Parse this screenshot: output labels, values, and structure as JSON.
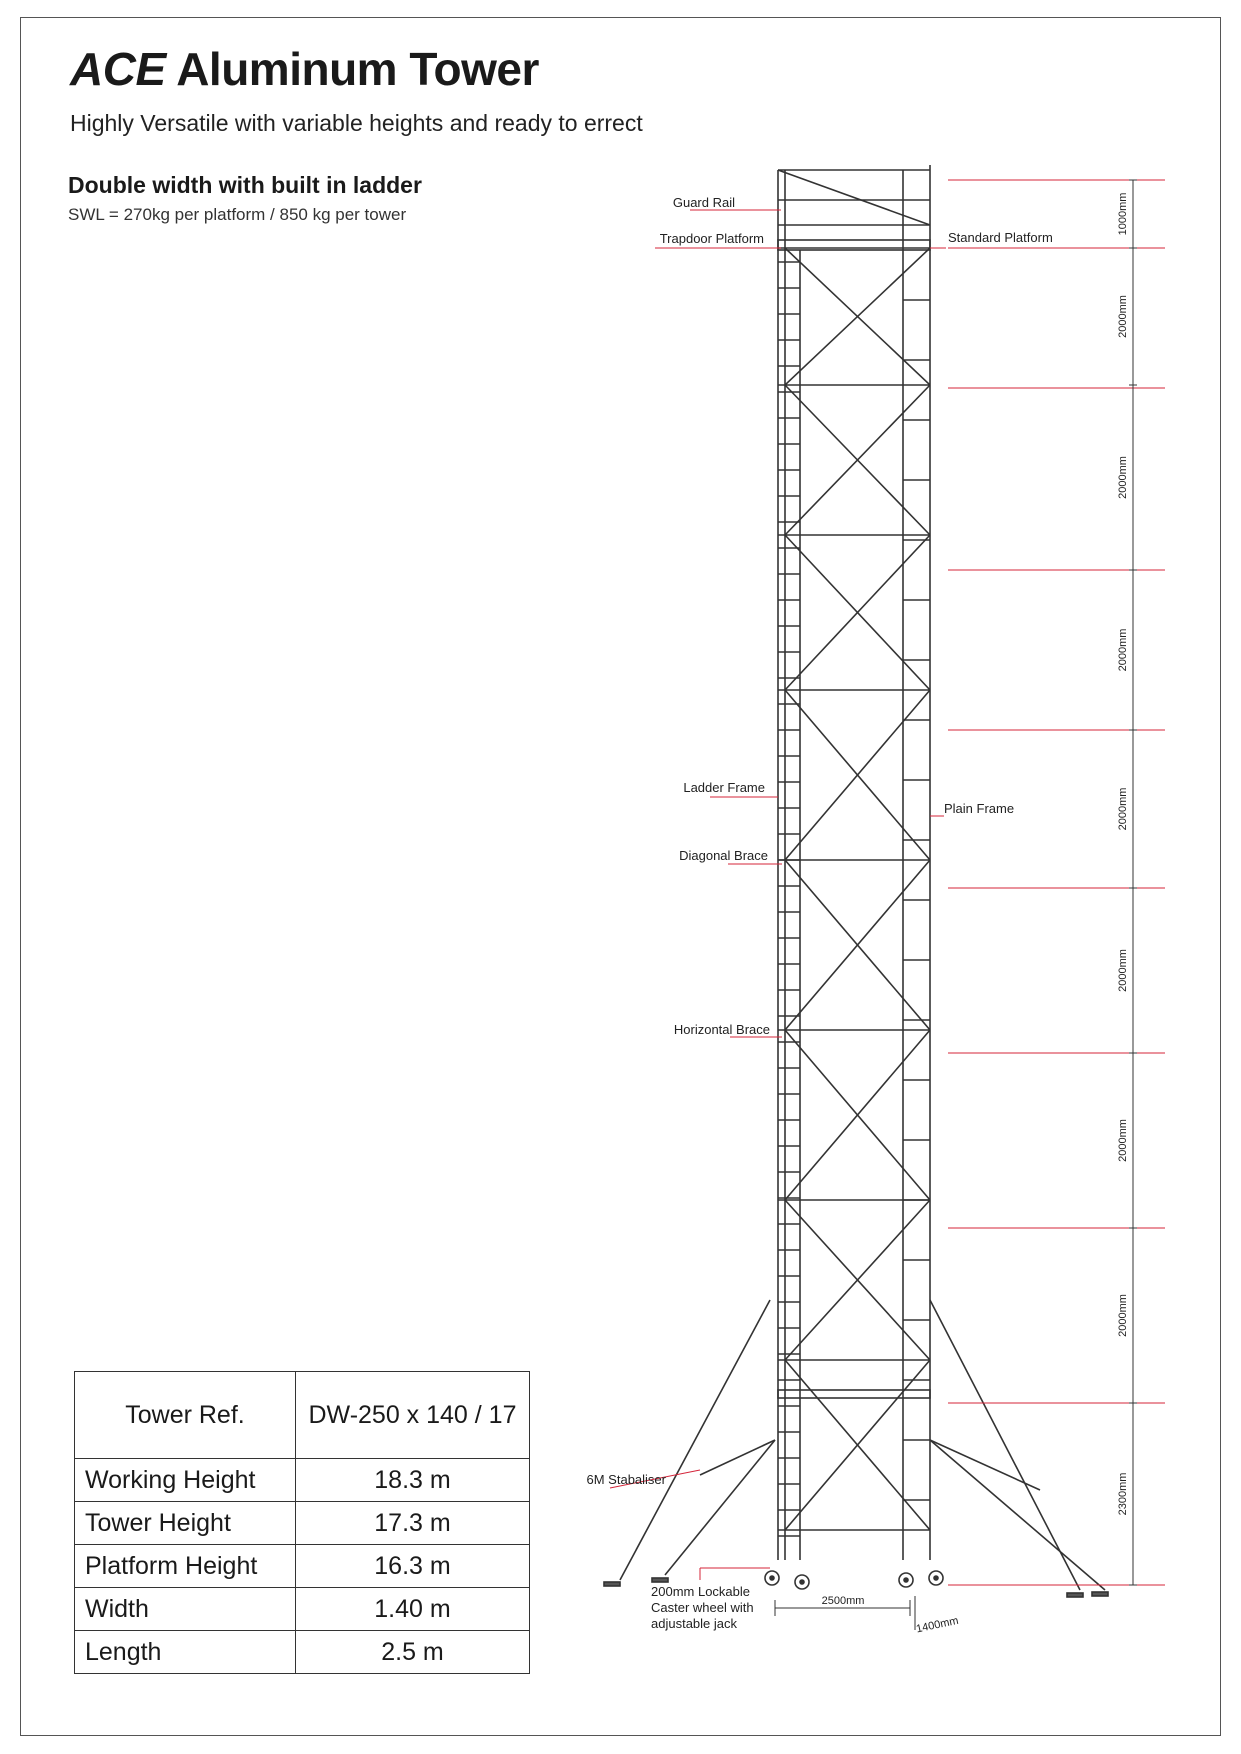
{
  "header": {
    "brand": "ACE",
    "title_rest": " Aluminum Tower",
    "subtitle": "Highly Versatile with variable heights and ready to errect",
    "heading": "Double width with built in ladder",
    "swl": "SWL = 270kg per platform / 850 kg per tower"
  },
  "labels": {
    "guard_rail": "Guard Rail",
    "trapdoor_platform": "Trapdoor Platform",
    "standard_platform": "Standard Platform",
    "ladder_frame": "Ladder Frame",
    "plain_frame": "Plain Frame",
    "diagonal_brace": "Diagonal Brace",
    "horizontal_brace": "Horizontal Brace",
    "stabaliser": "6M Stabaliser",
    "caster_line1": "200mm Lockable",
    "caster_line2": "Caster wheel with",
    "caster_line3": "adjustable jack",
    "length_dim": "2500mm",
    "width_dim": "1400mm"
  },
  "dimensions": [
    "1000mm",
    "2000mm",
    "2000mm",
    "2000mm",
    "2000mm",
    "2000mm",
    "2000mm",
    "2000mm",
    "2300mm"
  ],
  "table": {
    "rows": [
      {
        "key": "Tower Ref.",
        "value": "DW-250 x 140 / 17"
      },
      {
        "key": "Working Height",
        "value": "18.3 m"
      },
      {
        "key": "Tower Height",
        "value": "17.3 m"
      },
      {
        "key": "Platform Height",
        "value": "16.3 m"
      },
      {
        "key": "Width",
        "value": "1.40 m"
      },
      {
        "key": "Length",
        "value": "2.5 m"
      }
    ]
  },
  "colors": {
    "leader": "#d4253a",
    "structure": "#333333"
  }
}
